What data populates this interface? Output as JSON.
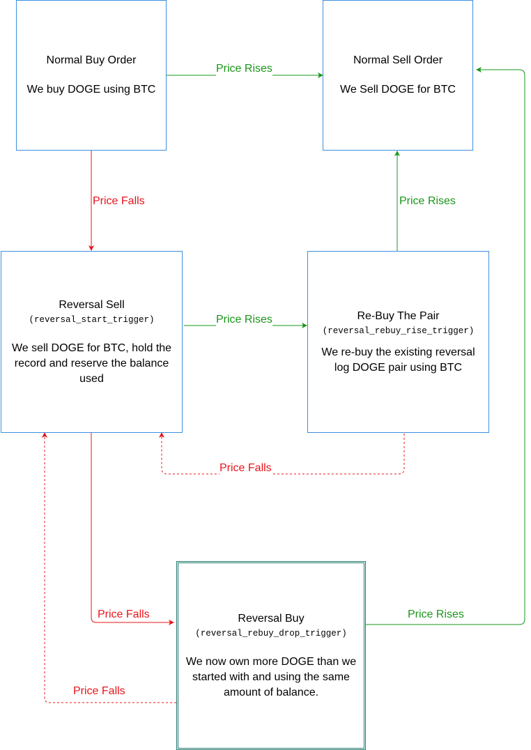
{
  "nodes": {
    "normal_buy": {
      "title": "Normal Buy Order",
      "description": "We buy DOGE using BTC"
    },
    "normal_sell": {
      "title": "Normal Sell Order",
      "description": "We Sell DOGE for BTC"
    },
    "reversal_sell": {
      "title": "Reversal Sell",
      "trigger": "(reversal_start_trigger)",
      "description": "We sell DOGE for BTC, hold the record and reserve the balance used"
    },
    "rebuy_pair": {
      "title": "Re-Buy The Pair",
      "trigger": "(reversal_rebuy_rise_trigger)",
      "description": "We re-buy the existing reversal log DOGE pair using BTC"
    },
    "reversal_buy": {
      "title": "Reversal Buy",
      "trigger": "(reversal_rebuy_drop_trigger)",
      "description": "We now own more DOGE than we started with and using the same amount of balance."
    }
  },
  "edges": [
    {
      "from": "normal_buy",
      "to": "normal_sell",
      "label": "Price Rises",
      "color": "#199619",
      "style": "solid"
    },
    {
      "from": "normal_buy",
      "to": "reversal_sell",
      "label": "Price Falls",
      "color": "#e8141a",
      "style": "solid"
    },
    {
      "from": "reversal_sell",
      "to": "rebuy_pair",
      "label": "Price Rises",
      "color": "#199619",
      "style": "solid"
    },
    {
      "from": "rebuy_pair",
      "to": "normal_sell",
      "label": "Price Rises",
      "color": "#199619",
      "style": "solid"
    },
    {
      "from": "rebuy_pair",
      "to": "reversal_sell",
      "label": "Price Falls",
      "color": "#e8141a",
      "style": "dashed"
    },
    {
      "from": "reversal_sell",
      "to": "reversal_buy",
      "label": "Price Falls",
      "color": "#e8141a",
      "style": "solid"
    },
    {
      "from": "reversal_buy",
      "to": "normal_sell",
      "label": "Price Rises",
      "color": "#199619",
      "style": "solid"
    },
    {
      "from": "reversal_buy",
      "to": "reversal_sell",
      "label": "Price Falls",
      "color": "#e8141a",
      "style": "dashed"
    }
  ]
}
